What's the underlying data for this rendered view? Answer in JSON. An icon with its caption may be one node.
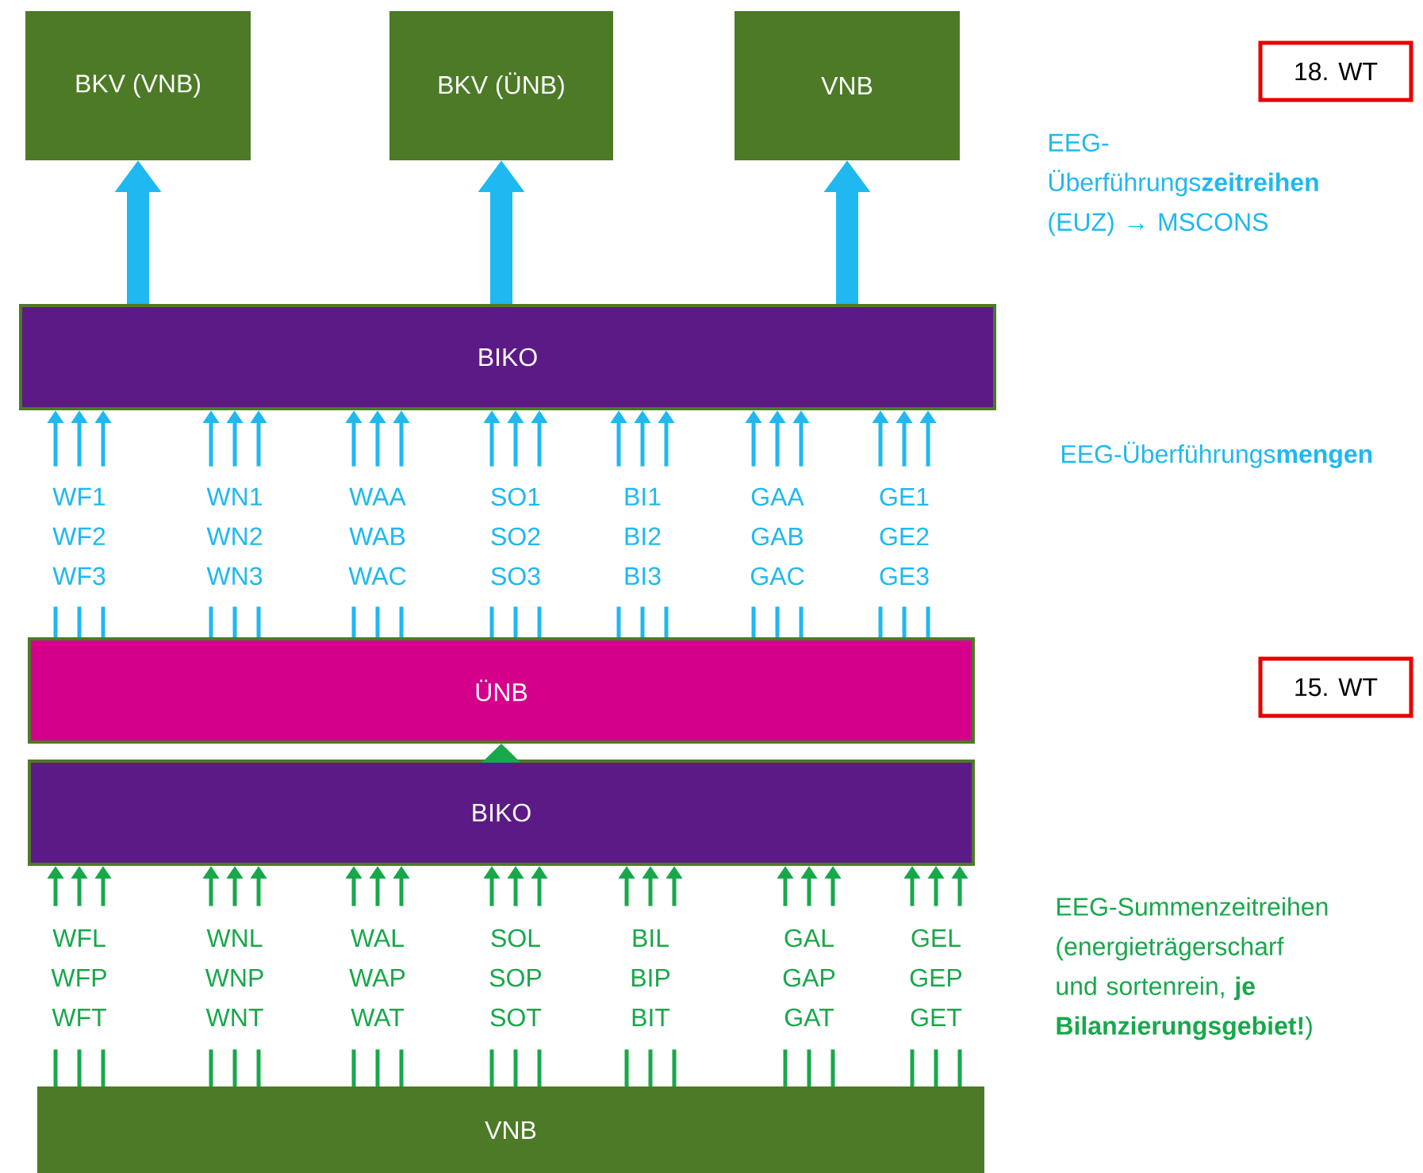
{
  "diagram": {
    "nodes": [
      {
        "text": [
          "BKV (VNB)"
        ]
      },
      {
        "text": [
          "BKV (ÜNB)"
        ]
      },
      {
        "text": [
          "VNB"
        ]
      },
      {
        "text": [
          "BIKO"
        ]
      },
      {
        "text": [
          "ÜNB"
        ]
      },
      {
        "text": [
          "BIKO"
        ]
      },
      {
        "text": [
          "VNB"
        ]
      },
      {
        "text": [
          "18. WT"
        ]
      },
      {
        "text": [
          "15. WT"
        ]
      },
      {
        "text": [
          "WF1",
          "WF2",
          "WF3"
        ]
      },
      {
        "text": [
          "WN1",
          "WN2",
          "WN3"
        ]
      },
      {
        "text": [
          "WAA",
          "WAB",
          "WAC"
        ]
      },
      {
        "text": [
          "SO1",
          "SO2",
          "SO3"
        ]
      },
      {
        "text": [
          "BI1",
          "BI2",
          "BI3"
        ]
      },
      {
        "text": [
          "GAA",
          "GAB",
          "GAC"
        ]
      },
      {
        "text": [
          "GE1",
          "GE2",
          "GE3"
        ]
      },
      {
        "text": [
          "WFL",
          "WFP",
          "WFT"
        ]
      },
      {
        "text": [
          "WNL",
          "WNP",
          "WNT"
        ]
      },
      {
        "text": [
          "WAL",
          "WAP",
          "WAT"
        ]
      },
      {
        "text": [
          "SOL",
          "SOP",
          "SOT"
        ]
      },
      {
        "text": [
          "BIL",
          "BIP",
          "BIT"
        ]
      },
      {
        "text": [
          "GAL",
          "GAP",
          "GAT"
        ]
      },
      {
        "text": [
          "GEL",
          "GEP",
          "GET"
        ]
      }
    ],
    "edges": [
      {
        "from": 3,
        "to": 0,
        "arrow": "to",
        "style": "thick"
      },
      {
        "from": 3,
        "to": 1,
        "arrow": "to",
        "style": "thick"
      },
      {
        "from": 3,
        "to": 2,
        "arrow": "to",
        "style": "thick"
      },
      {
        "from": 5,
        "to": 4,
        "arrow": "to",
        "style": "thick",
        "color": "#17a84a"
      },
      {
        "from": 4,
        "to": 9,
        "arrow": "none"
      },
      {
        "from": 4,
        "to": 9,
        "arrow": "none"
      },
      {
        "from": 4,
        "to": 9,
        "arrow": "none"
      },
      {
        "from": 9,
        "to": 3,
        "arrow": "to"
      },
      {
        "from": 9,
        "to": 3,
        "arrow": "to"
      },
      {
        "from": 9,
        "to": 3,
        "arrow": "to"
      },
      {
        "from": 4,
        "to": 10,
        "arrow": "none"
      },
      {
        "from": 4,
        "to": 10,
        "arrow": "none"
      },
      {
        "from": 4,
        "to": 10,
        "arrow": "none"
      },
      {
        "from": 10,
        "to": 3,
        "arrow": "to"
      },
      {
        "from": 10,
        "to": 3,
        "arrow": "to"
      },
      {
        "from": 10,
        "to": 3,
        "arrow": "to"
      },
      {
        "from": 4,
        "to": 11,
        "arrow": "none"
      },
      {
        "from": 4,
        "to": 11,
        "arrow": "none"
      },
      {
        "from": 4,
        "to": 11,
        "arrow": "none"
      },
      {
        "from": 11,
        "to": 3,
        "arrow": "to"
      },
      {
        "from": 11,
        "to": 3,
        "arrow": "to"
      },
      {
        "from": 11,
        "to": 3,
        "arrow": "to"
      },
      {
        "from": 4,
        "to": 12,
        "arrow": "none"
      },
      {
        "from": 4,
        "to": 12,
        "arrow": "none"
      },
      {
        "from": 4,
        "to": 12,
        "arrow": "none"
      },
      {
        "from": 12,
        "to": 3,
        "arrow": "to"
      },
      {
        "from": 12,
        "to": 3,
        "arrow": "to"
      },
      {
        "from": 12,
        "to": 3,
        "arrow": "to"
      },
      {
        "from": 4,
        "to": 13,
        "arrow": "none"
      },
      {
        "from": 4,
        "to": 13,
        "arrow": "none"
      },
      {
        "from": 4,
        "to": 13,
        "arrow": "none"
      },
      {
        "from": 13,
        "to": 3,
        "arrow": "to"
      },
      {
        "from": 13,
        "to": 3,
        "arrow": "to"
      },
      {
        "from": 13,
        "to": 3,
        "arrow": "to"
      },
      {
        "from": 4,
        "to": 14,
        "arrow": "none"
      },
      {
        "from": 4,
        "to": 14,
        "arrow": "none"
      },
      {
        "from": 4,
        "to": 14,
        "arrow": "none"
      },
      {
        "from": 14,
        "to": 3,
        "arrow": "to"
      },
      {
        "from": 14,
        "to": 3,
        "arrow": "to"
      },
      {
        "from": 14,
        "to": 3,
        "arrow": "to"
      },
      {
        "from": 4,
        "to": 15,
        "arrow": "none"
      },
      {
        "from": 4,
        "to": 15,
        "arrow": "none"
      },
      {
        "from": 4,
        "to": 15,
        "arrow": "none"
      },
      {
        "from": 15,
        "to": 3,
        "arrow": "to"
      },
      {
        "from": 15,
        "to": 3,
        "arrow": "to"
      },
      {
        "from": 15,
        "to": 3,
        "arrow": "to"
      },
      {
        "from": 6,
        "to": 16,
        "arrow": "none",
        "color": "#17a84a"
      },
      {
        "from": 6,
        "to": 16,
        "arrow": "none",
        "color": "#17a84a"
      },
      {
        "from": 6,
        "to": 16,
        "arrow": "none",
        "color": "#17a84a"
      },
      {
        "from": 16,
        "to": 5,
        "arrow": "to",
        "color": "#17a84a"
      },
      {
        "from": 16,
        "to": 5,
        "arrow": "to",
        "color": "#17a84a"
      },
      {
        "from": 16,
        "to": 5,
        "arrow": "to",
        "color": "#17a84a"
      },
      {
        "from": 6,
        "to": 17,
        "arrow": "none",
        "color": "#17a84a"
      },
      {
        "from": 6,
        "to": 17,
        "arrow": "none",
        "color": "#17a84a"
      },
      {
        "from": 6,
        "to": 17,
        "arrow": "none",
        "color": "#17a84a"
      },
      {
        "from": 17,
        "to": 5,
        "arrow": "to",
        "color": "#17a84a"
      },
      {
        "from": 17,
        "to": 5,
        "arrow": "to",
        "color": "#17a84a"
      },
      {
        "from": 17,
        "to": 5,
        "arrow": "to",
        "color": "#17a84a"
      },
      {
        "from": 6,
        "to": 18,
        "arrow": "none",
        "color": "#17a84a"
      },
      {
        "from": 6,
        "to": 18,
        "arrow": "none",
        "color": "#17a84a"
      },
      {
        "from": 6,
        "to": 18,
        "arrow": "none",
        "color": "#17a84a"
      },
      {
        "from": 18,
        "to": 5,
        "arrow": "to",
        "color": "#17a84a"
      },
      {
        "from": 18,
        "to": 5,
        "arrow": "to",
        "color": "#17a84a"
      },
      {
        "from": 18,
        "to": 5,
        "arrow": "to",
        "color": "#17a84a"
      },
      {
        "from": 6,
        "to": 19,
        "arrow": "none",
        "color": "#17a84a"
      },
      {
        "from": 6,
        "to": 19,
        "arrow": "none",
        "color": "#17a84a"
      },
      {
        "from": 6,
        "to": 19,
        "arrow": "none",
        "color": "#17a84a"
      },
      {
        "from": 19,
        "to": 5,
        "arrow": "to",
        "color": "#17a84a"
      },
      {
        "from": 19,
        "to": 5,
        "arrow": "to",
        "color": "#17a84a"
      },
      {
        "from": 19,
        "to": 5,
        "arrow": "to",
        "color": "#17a84a"
      },
      {
        "from": 6,
        "to": 20,
        "arrow": "none",
        "color": "#17a84a"
      },
      {
        "from": 6,
        "to": 20,
        "arrow": "none",
        "color": "#17a84a"
      },
      {
        "from": 6,
        "to": 20,
        "arrow": "none",
        "color": "#17a84a"
      },
      {
        "from": 20,
        "to": 5,
        "arrow": "to",
        "color": "#17a84a"
      },
      {
        "from": 20,
        "to": 5,
        "arrow": "to",
        "color": "#17a84a"
      },
      {
        "from": 20,
        "to": 5,
        "arrow": "to",
        "color": "#17a84a"
      },
      {
        "from": 6,
        "to": 21,
        "arrow": "none",
        "color": "#17a84a"
      },
      {
        "from": 6,
        "to": 21,
        "arrow": "none",
        "color": "#17a84a"
      },
      {
        "from": 6,
        "to": 21,
        "arrow": "none",
        "color": "#17a84a"
      },
      {
        "from": 21,
        "to": 5,
        "arrow": "to",
        "color": "#17a84a"
      },
      {
        "from": 21,
        "to": 5,
        "arrow": "to",
        "color": "#17a84a"
      },
      {
        "from": 21,
        "to": 5,
        "arrow": "to",
        "color": "#17a84a"
      },
      {
        "from": 6,
        "to": 22,
        "arrow": "none",
        "color": "#17a84a"
      },
      {
        "from": 6,
        "to": 22,
        "arrow": "none",
        "color": "#17a84a"
      },
      {
        "from": 6,
        "to": 22,
        "arrow": "none",
        "color": "#17a84a"
      },
      {
        "from": 22,
        "to": 5,
        "arrow": "to",
        "color": "#17a84a"
      },
      {
        "from": 22,
        "to": 5,
        "arrow": "to",
        "color": "#17a84a"
      },
      {
        "from": 22,
        "to": 5,
        "arrow": "to",
        "color": "#17a84a"
      }
    ],
    "labels": [
      "EEG-Überführungs**zeitreihen** (EUZ) → MSCONS",
      "EEG-Überführungs**mengen**",
      "EEG-Summenzeitreihen (energieträgerscharf und sortenrein, **je Bilanzierungsgebiet!**)"
    ]
  }
}
